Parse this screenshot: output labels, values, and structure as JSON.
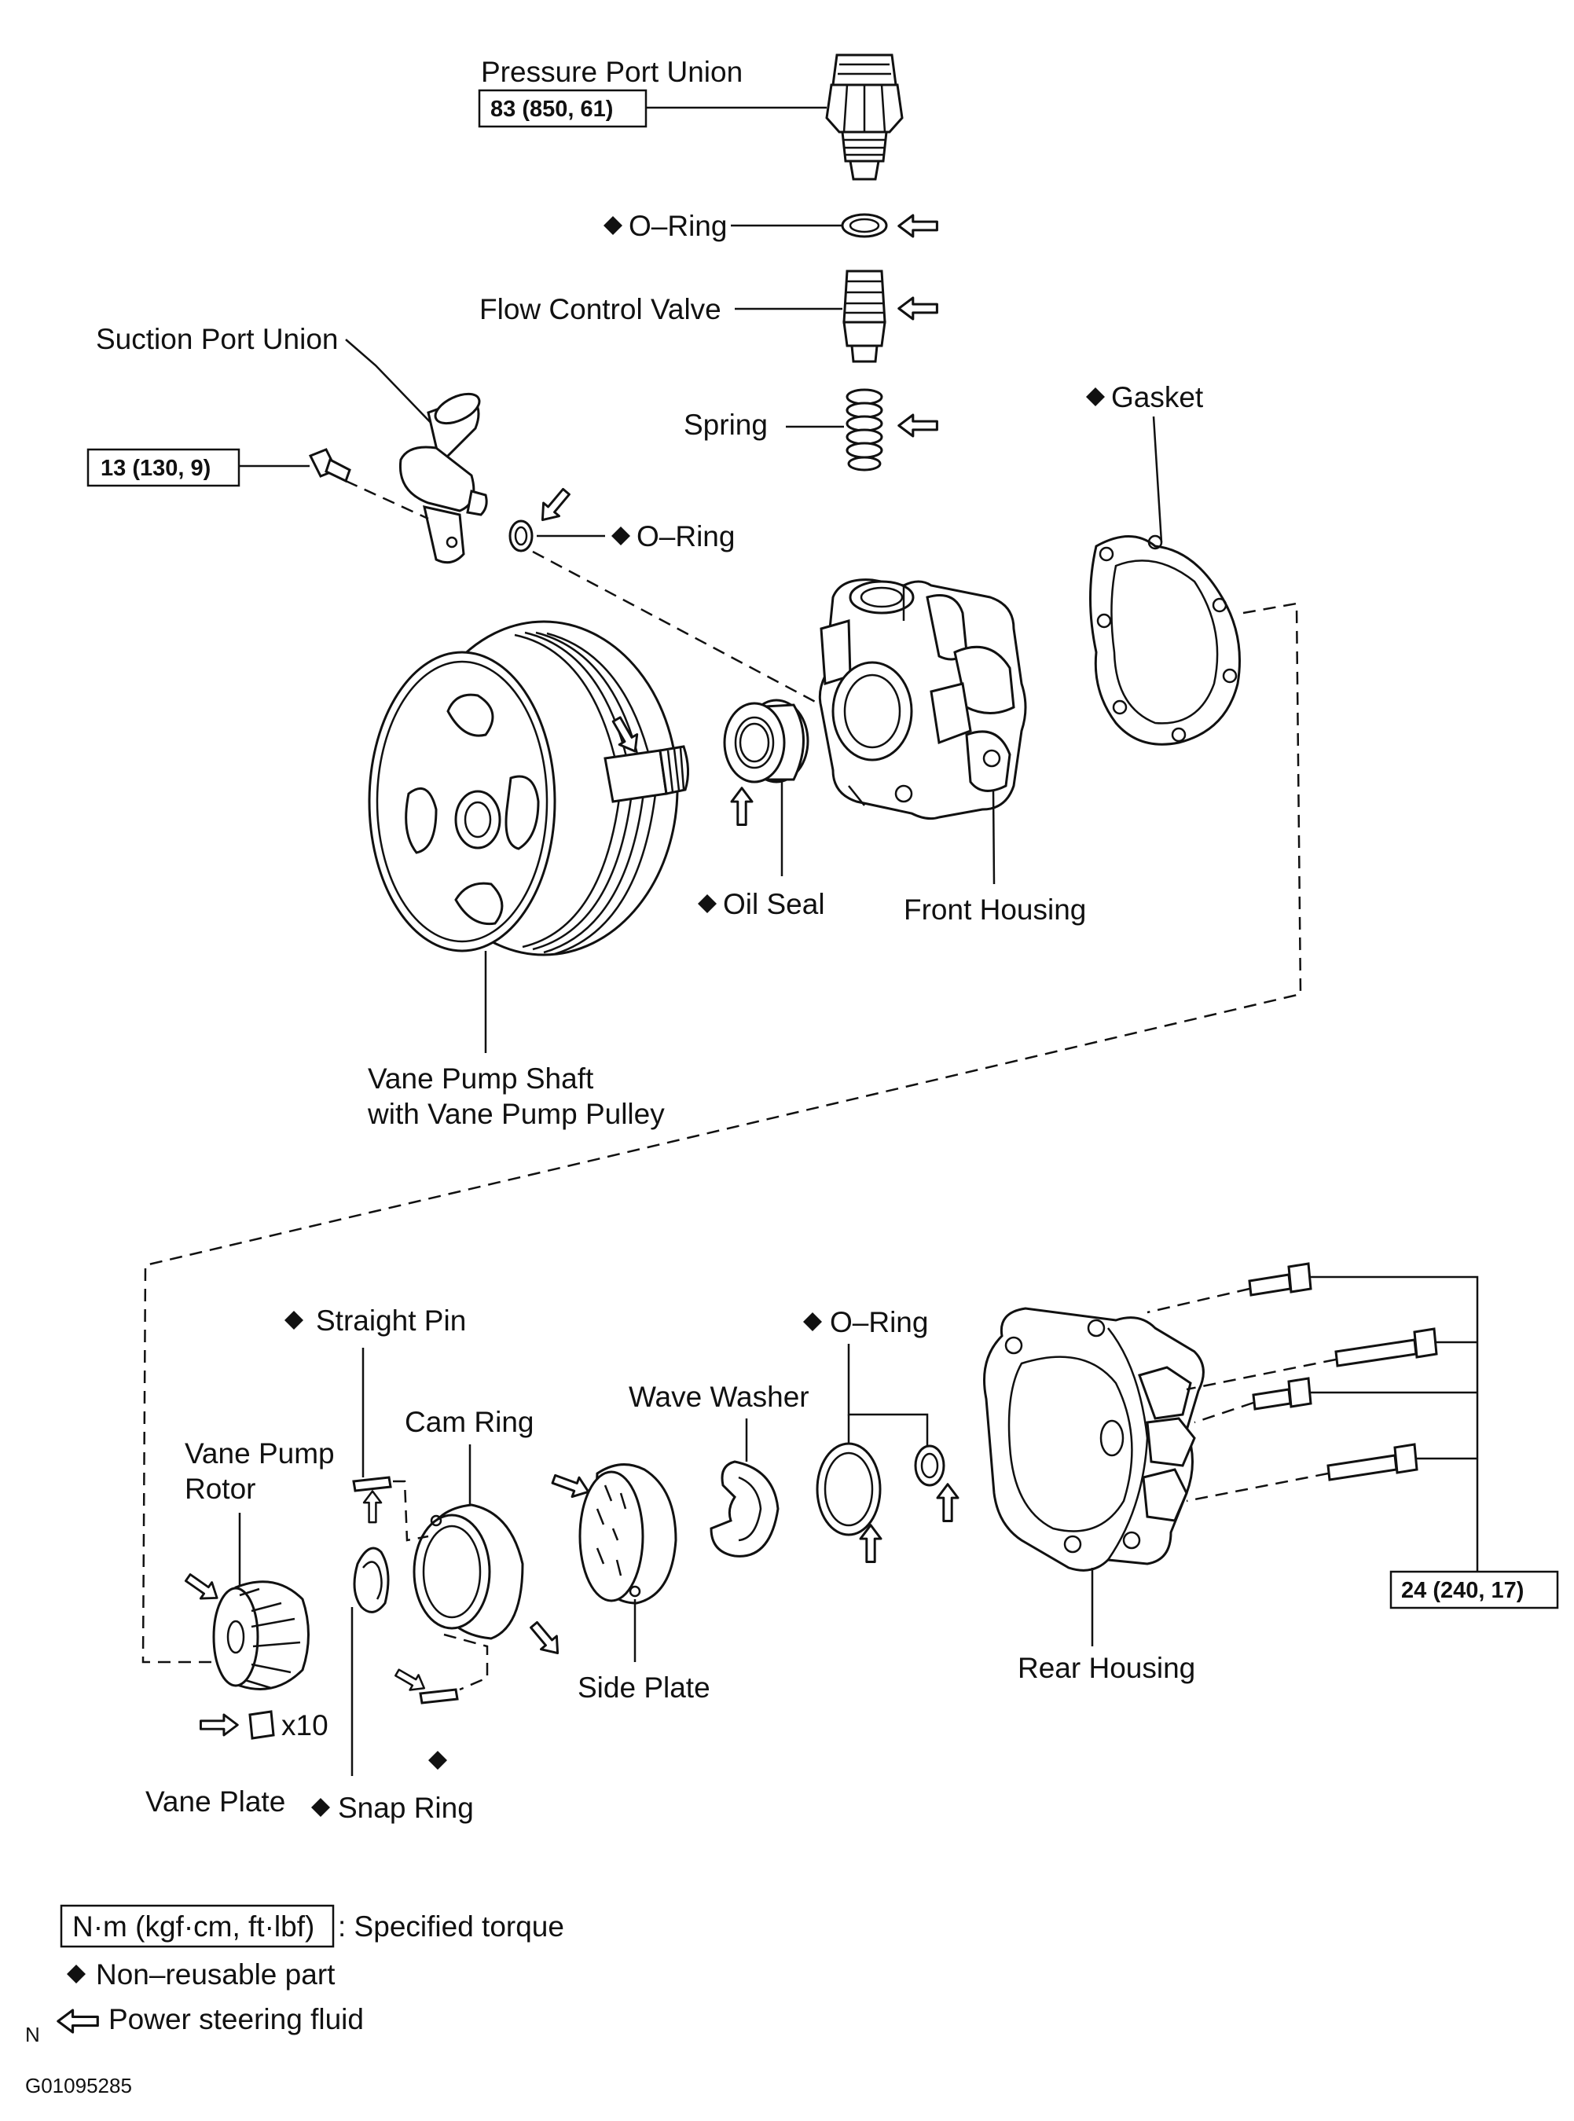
{
  "parts": {
    "pressure_port_union": "Pressure Port Union",
    "o_ring_top": "O–Ring",
    "flow_control_valve": "Flow Control Valve",
    "suction_port_union": "Suction Port Union",
    "spring": "Spring",
    "gasket": "Gasket",
    "o_ring_suction": "O–Ring",
    "oil_seal": "Oil Seal",
    "front_housing": "Front Housing",
    "vane_pump_shaft_line1": "Vane Pump Shaft",
    "vane_pump_shaft_line2": "with Vane Pump Pulley",
    "straight_pin": "Straight Pin",
    "o_ring_rear": "O–Ring",
    "wave_washer": "Wave Washer",
    "cam_ring": "Cam Ring",
    "vane_pump_rotor_line1": "Vane Pump",
    "vane_pump_rotor_line2": "Rotor",
    "side_plate": "Side Plate",
    "rear_housing": "Rear Housing",
    "vane_plate": "Vane Plate",
    "vane_plate_qty": "x10",
    "snap_ring": "Snap Ring"
  },
  "torques": {
    "pressure_port": "83 (850, 61)",
    "suction_bolt": "13 (130, 9)",
    "rear_bolts": "24 (240, 17)"
  },
  "legend": {
    "torque_unit": "N·m (kgf·cm, ft·lbf)",
    "torque_desc": ": Specified torque",
    "non_reusable": "Non–reusable part",
    "fluid": "Power steering fluid"
  },
  "corner_mark": "N",
  "figure_id": "G01095285"
}
